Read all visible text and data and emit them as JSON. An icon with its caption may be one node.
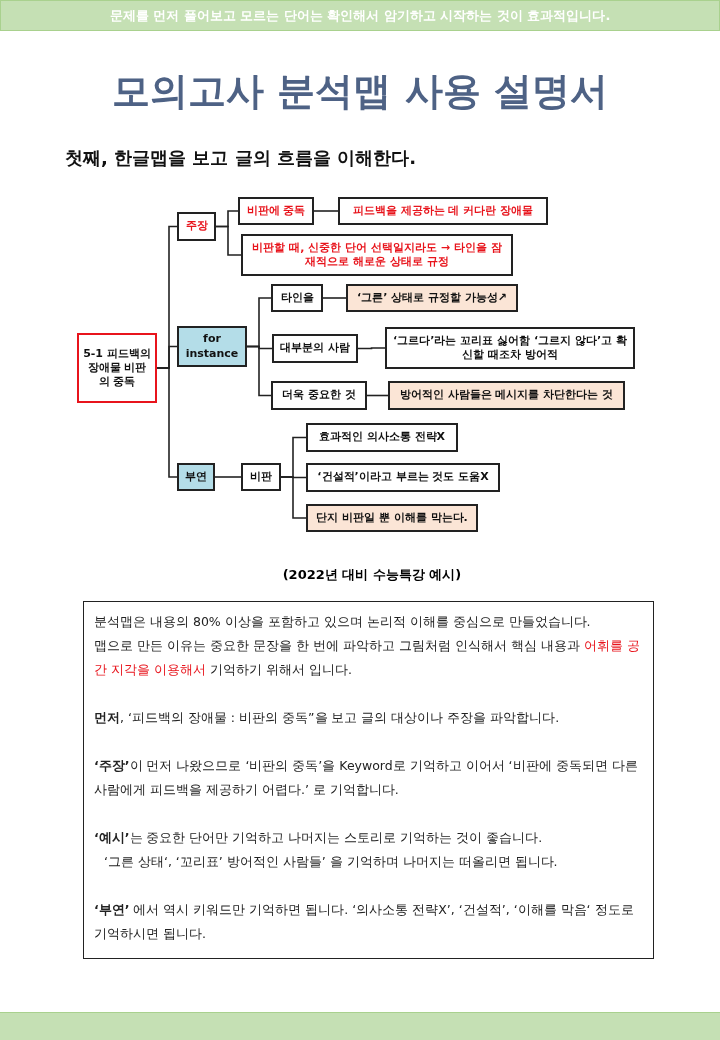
{
  "diagram": {
    "title": "모의고사 분석맵 사용 설명서",
    "caption": "(2022년 대비 수능특강 예시)",
    "nodes": [
      {
        "text": [
          "5-1 피드백의 장애물 비판의 중독"
        ]
      },
      {
        "text": [
          "주장"
        ]
      },
      {
        "text": [
          "비판에 중독"
        ]
      },
      {
        "text": [
          "피드백을 제공하는 데 커다란 장애물"
        ]
      },
      {
        "text": [
          "비판할 때, 신중한 단어 선택일지라도 → 타인을 잠재적으로 해로운 상태로 규정"
        ]
      },
      {
        "text": [
          "for instance"
        ]
      },
      {
        "text": [
          "타인을"
        ]
      },
      {
        "text": [
          "‘그른’ 상태로 규정할 가능성↗"
        ]
      },
      {
        "text": [
          "대부분의 사람"
        ]
      },
      {
        "text": [
          "‘그르다’라는 꼬리표 싫어함 ‘그르지 않다’고 확신할 때조차 방어적"
        ]
      },
      {
        "text": [
          "더욱 중요한 것"
        ]
      },
      {
        "text": [
          "방어적인 사람들은 메시지를 차단한다는 것"
        ]
      },
      {
        "text": [
          "부연"
        ]
      },
      {
        "text": [
          "비판"
        ]
      },
      {
        "text": [
          "효과적인 의사소통 전략X"
        ]
      },
      {
        "text": [
          "‘건설적’이라고 부르는 것도 도움X"
        ]
      },
      {
        "text": [
          "단지 비판일 뿐 이해를 막는다."
        ]
      }
    ],
    "edges": [
      {
        "from": 0,
        "to": 1,
        "arrow": "none"
      },
      {
        "from": 0,
        "to": 5,
        "arrow": "none"
      },
      {
        "from": 0,
        "to": 12,
        "arrow": "none"
      },
      {
        "from": 1,
        "to": 2,
        "arrow": "none"
      },
      {
        "from": 1,
        "to": 4,
        "arrow": "none"
      },
      {
        "from": 2,
        "to": 3,
        "arrow": "none"
      },
      {
        "from": 5,
        "to": 6,
        "arrow": "none"
      },
      {
        "from": 5,
        "to": 8,
        "arrow": "none"
      },
      {
        "from": 5,
        "to": 10,
        "arrow": "none"
      },
      {
        "from": 6,
        "to": 7,
        "arrow": "none"
      },
      {
        "from": 8,
        "to": 9,
        "arrow": "none"
      },
      {
        "from": 10,
        "to": 11,
        "arrow": "none"
      },
      {
        "from": 12,
        "to": 13,
        "arrow": "none"
      },
      {
        "from": 13,
        "to": 14,
        "arrow": "none"
      },
      {
        "from": 13,
        "to": 15,
        "arrow": "none"
      },
      {
        "from": 13,
        "to": 16,
        "arrow": "none"
      }
    ],
    "labels": [
      "문제를 먼저 풀어보고 모르는 단어는 확인해서 암기하고 시작하는 것이 효과적입니다.",
      "첫째, 한글맵을 보고 글의 흐름을 이해한다.",
      "분석맵은 내용의 80% 이상을 포함하고 있으며 논리적 이해를 중심으로 만들었습니다.",
      "맵으로 만든 이유는 중요한 문장을 한 번에 파악하고 그림처럼 인식해서 핵심 내용과",
      "어휘를 공간 지각을 이용해서",
      "기억하기 위해서 입니다.",
      "**먼저**, ‘피드백의 장애물 : 비판의 중독”을 보고 글의 대상이나 주장을 파악합니다.",
      "**‘주장’**이 먼저 나왔으므로 ‘비판의 중독’을 Keyword로 기억하고 이어서 ‘비판에 중독되면 다른 사람에게 피드백을 제공하기 어렵다.’ 로 기억합니다.",
      "**‘예시’**는 중요한 단어만 기억하고 나머지는 스토리로 기억하는 것이 좋습니다.",
      "‘그른 상태‘, ‘꼬리표’ 방어적인 사람들’ 을 기억하며 나머지는 떠올리면 됩니다.",
      "**‘부연’** 에서 역시 키워드만 기억하면 됩니다. ‘의사소통 전략X’, ‘건설적’, ‘이해를 막음‘ 정도로 기억하시면 됩니다."
    ]
  }
}
